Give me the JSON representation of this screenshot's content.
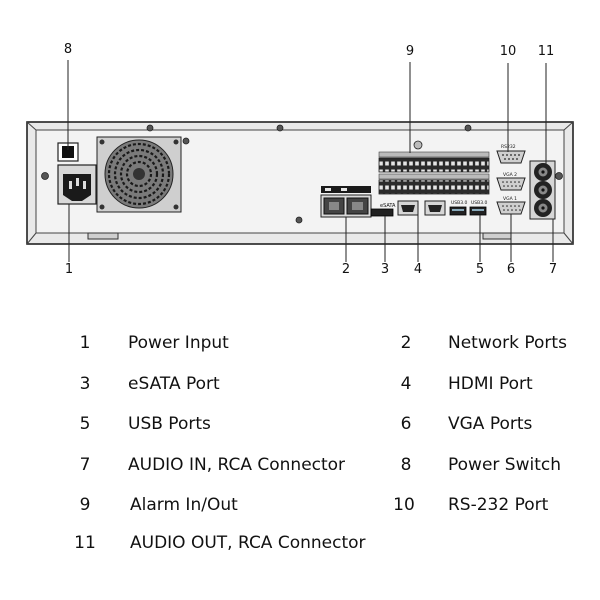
{
  "diagram": {
    "port_labels": {
      "rs232": "RS232",
      "vga2": "VGA 2",
      "vga1": "VGA 1",
      "esata": "eSATA",
      "usb_a": "USB3.0",
      "usb_b": "USB3.0"
    },
    "callouts": [
      "1",
      "2",
      "3",
      "4",
      "5",
      "6",
      "7",
      "8",
      "9",
      "10",
      "11"
    ]
  },
  "legend": {
    "items": [
      {
        "num": "1",
        "label": "Power Input"
      },
      {
        "num": "2",
        "label": "Network Ports"
      },
      {
        "num": "3",
        "label": "eSATA Port"
      },
      {
        "num": "4",
        "label": "HDMI Port"
      },
      {
        "num": "5",
        "label": "USB Ports"
      },
      {
        "num": "6",
        "label": "VGA Ports"
      },
      {
        "num": "7",
        "label": "AUDIO IN, RCA Connector"
      },
      {
        "num": "8",
        "label": "Power Switch"
      },
      {
        "num": "9",
        "label": "Alarm In/Out"
      },
      {
        "num": "10",
        "label": "RS-232 Port"
      },
      {
        "num": "11",
        "label": "AUDIO OUT, RCA Connector"
      }
    ]
  }
}
